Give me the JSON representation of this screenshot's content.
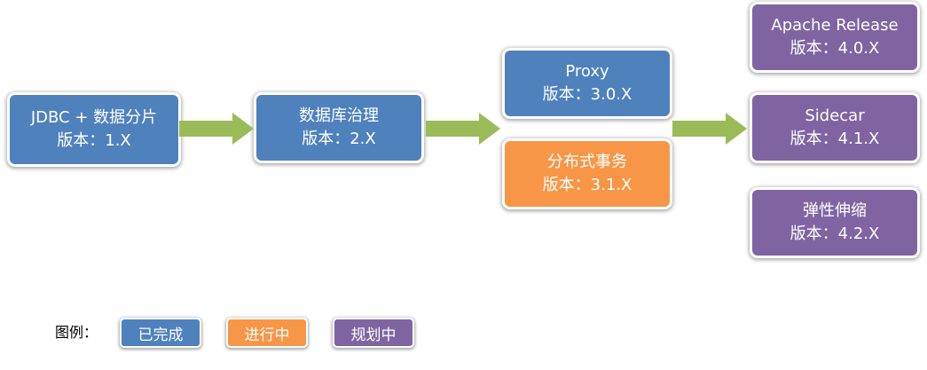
{
  "colors": {
    "done": "#4f81bd",
    "in_progress": "#f79646",
    "planned": "#8064a2",
    "arrow": "#9bbb59"
  },
  "nodes": {
    "jdbc": {
      "title": "JDBC + 数据分片",
      "version": "版本：1.X",
      "status": "done"
    },
    "db_governance": {
      "title": "数据库治理",
      "version": "版本：2.X",
      "status": "done"
    },
    "proxy": {
      "title": "Proxy",
      "version": "版本：3.0.X",
      "status": "done"
    },
    "distributed_tx": {
      "title": "分布式事务",
      "version": "版本：3.1.X",
      "status": "in_progress"
    },
    "apache_release": {
      "title": "Apache Release",
      "version": "版本：4.0.X",
      "status": "planned"
    },
    "sidecar": {
      "title": "Sidecar",
      "version": "版本：4.1.X",
      "status": "planned"
    },
    "elastic_scaling": {
      "title": "弹性伸缩",
      "version": "版本：4.2.X",
      "status": "planned"
    }
  },
  "legend": {
    "label": "图例：",
    "items": [
      {
        "label": "已完成",
        "status": "done"
      },
      {
        "label": "进行中",
        "status": "in_progress"
      },
      {
        "label": "规划中",
        "status": "planned"
      }
    ]
  }
}
